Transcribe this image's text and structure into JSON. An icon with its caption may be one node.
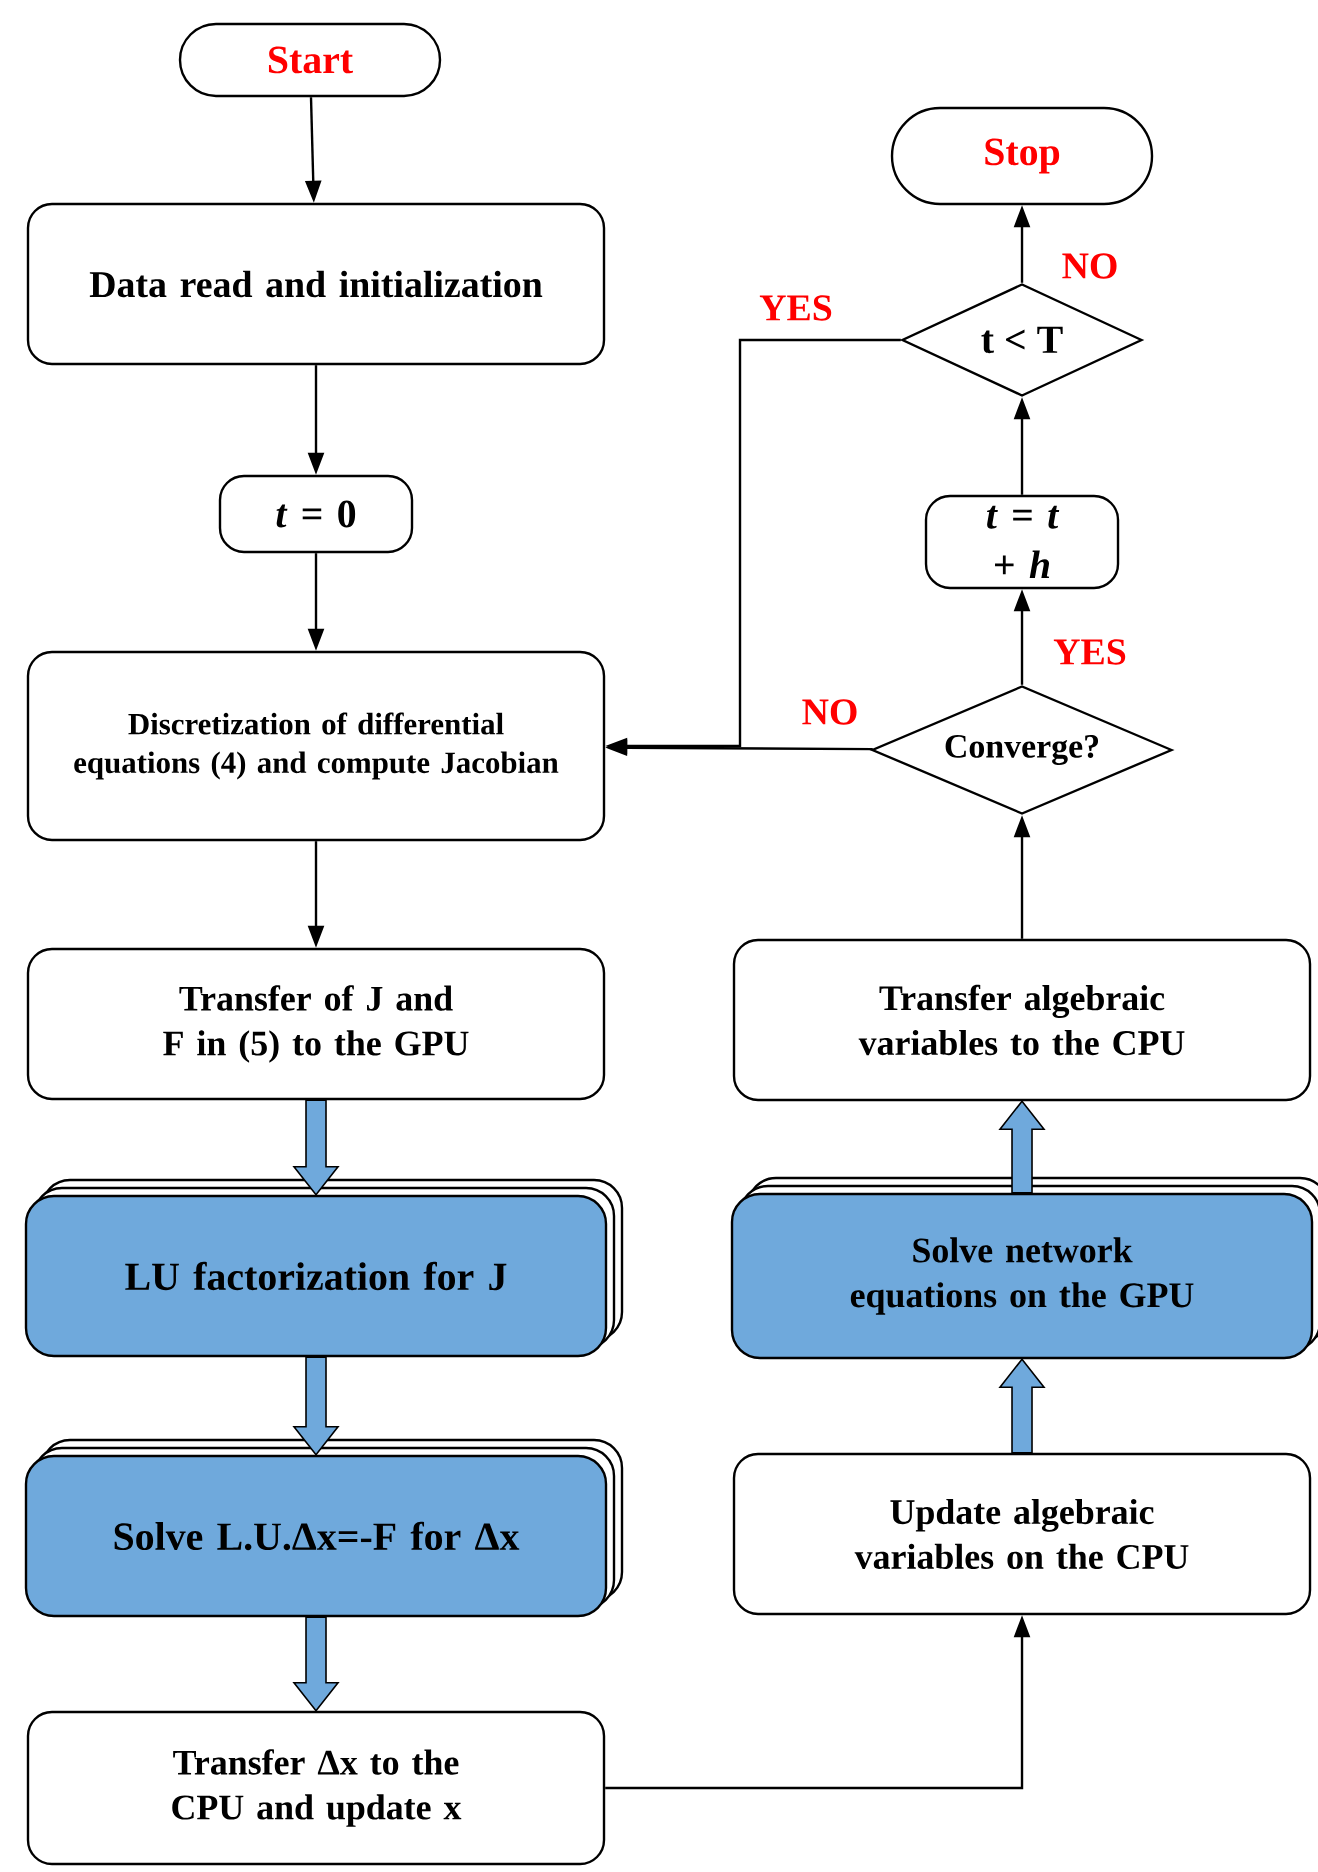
{
  "diagram": {
    "nodes": [
      {
        "text": [
          "Start"
        ]
      },
      {
        "text": [
          "Data read and initialization"
        ]
      },
      {
        "text": [
          "*t* = 0"
        ]
      },
      {
        "text": [
          "Discretization of differential equations (4) and compute Jacobian"
        ]
      },
      {
        "text": [
          "Transfer of J and F in (5) to the GPU"
        ]
      },
      {
        "text": [
          "LU factorization for J"
        ]
      },
      {
        "text": [
          "Solve L.U.Δx=-F for Δx"
        ]
      },
      {
        "text": [
          "Transfer Δx to the CPU and update x"
        ]
      },
      {
        "text": [
          "Update algebraic variables on the CPU"
        ]
      },
      {
        "text": [
          "Solve network equations on the GPU"
        ]
      },
      {
        "text": [
          "Transfer algebraic variables to the CPU"
        ]
      },
      {
        "text": [
          "Converge?"
        ]
      },
      {
        "text": [
          "*t* = *t* + *h*"
        ]
      },
      {
        "text": [
          "t < T"
        ]
      },
      {
        "text": [
          "Stop"
        ]
      }
    ],
    "edges": [
      {
        "from": 0,
        "to": 1,
        "arrow": "to"
      },
      {
        "from": 1,
        "to": 2,
        "arrow": "to"
      },
      {
        "from": 2,
        "to": 3,
        "arrow": "to"
      },
      {
        "from": 3,
        "to": 4,
        "arrow": "to"
      },
      {
        "from": 4,
        "to": 5,
        "arrow": "to",
        "style": "thick",
        "color": "#6fa9dc"
      },
      {
        "from": 5,
        "to": 6,
        "arrow": "to",
        "style": "thick",
        "color": "#6fa9dc"
      },
      {
        "from": 6,
        "to": 7,
        "arrow": "to",
        "style": "thick",
        "color": "#6fa9dc"
      },
      {
        "from": 7,
        "to": 8,
        "arrow": "to"
      },
      {
        "from": 8,
        "to": 9,
        "arrow": "to",
        "style": "thick",
        "color": "#6fa9dc"
      },
      {
        "from": 9,
        "to": 10,
        "arrow": "to",
        "style": "thick",
        "color": "#6fa9dc"
      },
      {
        "from": 10,
        "to": 11,
        "arrow": "to"
      },
      {
        "from": 11,
        "to": 12,
        "label": "YES",
        "arrow": "to"
      },
      {
        "from": 12,
        "to": 13,
        "arrow": "to"
      },
      {
        "from": 13,
        "to": 14,
        "label": "NO",
        "arrow": "to"
      },
      {
        "from": 11,
        "to": 3,
        "label": "NO",
        "arrow": "to"
      },
      {
        "from": 13,
        "to": 3,
        "label": "YES",
        "arrow": "to"
      }
    ]
  }
}
